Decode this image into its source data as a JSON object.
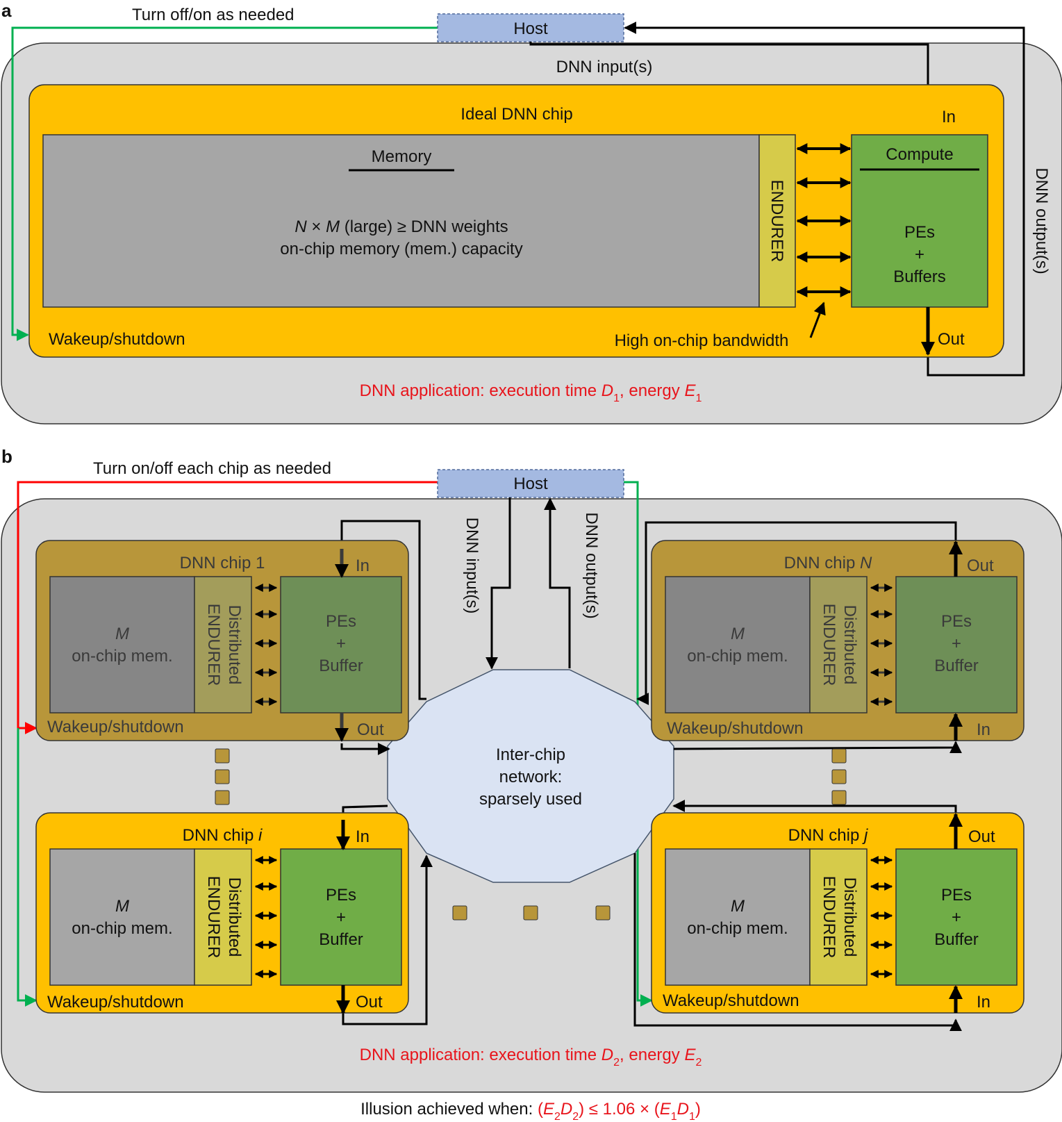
{
  "panel_a": {
    "label": "a",
    "control_label": "Turn off/on as needed",
    "host": "Host",
    "dnn_inputs": "DNN input(s)",
    "dnn_outputs": "DNN output(s)",
    "chip_title": "Ideal DNN chip",
    "memory_title": "Memory",
    "memory_line1_var_n": "N",
    "memory_line1_times": " × ",
    "memory_line1_var_m": "M",
    "memory_line1_rest": " (large) ≥ DNN weights",
    "memory_line2": "on-chip memory (mem.) capacity",
    "endurer": "ENDURER",
    "compute_title": "Compute",
    "pes": "PEs",
    "plus": "+",
    "buffers": "Buffers",
    "in": "In",
    "out": "Out",
    "wakeup": "Wakeup/shutdown",
    "bandwidth": "High on-chip bandwidth",
    "footer_prefix": "DNN application: execution time ",
    "footer_d": "D",
    "footer_d_sub": "1",
    "footer_mid": ", energy ",
    "footer_e": "E",
    "footer_e_sub": "1"
  },
  "panel_b": {
    "label": "b",
    "control_label": "Turn on/off each chip as needed",
    "host": "Host",
    "dnn_inputs": "DNN input(s)",
    "dnn_outputs": "DNN output(s)",
    "network_line1": "Inter-chip",
    "network_line2": "network:",
    "network_line3": "sparsely used",
    "memory_var": "M",
    "memory_text": "on-chip mem.",
    "distributed": "Distributed",
    "endurer": "ENDURER",
    "pes": "PEs",
    "plus": "+",
    "buffer": "Buffer",
    "in": "In",
    "out": "Out",
    "wakeup": "Wakeup/shutdown",
    "chip_prefix": "DNN chip ",
    "chip1_id": "1",
    "chipN_id": "N",
    "chipi_id": "i",
    "chipj_id": "j",
    "footer_prefix": "DNN application: execution time ",
    "footer_d": "D",
    "footer_d_sub": "2",
    "footer_mid": ", energy ",
    "footer_e": "E",
    "footer_e_sub": "2"
  },
  "condition": {
    "prefix": "Illusion achieved when: ",
    "lhs_open": "(",
    "e2": "E",
    "e2_sub": "2",
    "d2": "D",
    "d2_sub": "2",
    "lhs_close": ")",
    "op": " ≤ 1.06 × ",
    "rhs_open": "(",
    "e1": "E",
    "e1_sub": "1",
    "d1": "D",
    "d1_sub": "1",
    "rhs_close": ")"
  },
  "colors": {
    "outer_bg": "#d9d9d9",
    "chip_active": "#ffc000",
    "chip_inactive": "#b8963a",
    "memory": "#a6a6a6",
    "endurer": "#d6cb4a",
    "compute": "#70ad47",
    "host": "#a4b9e1",
    "network": "#dae3f3",
    "on_path": "#00b050",
    "off_path": "#ff0000",
    "footer_text": "#ff0000"
  }
}
